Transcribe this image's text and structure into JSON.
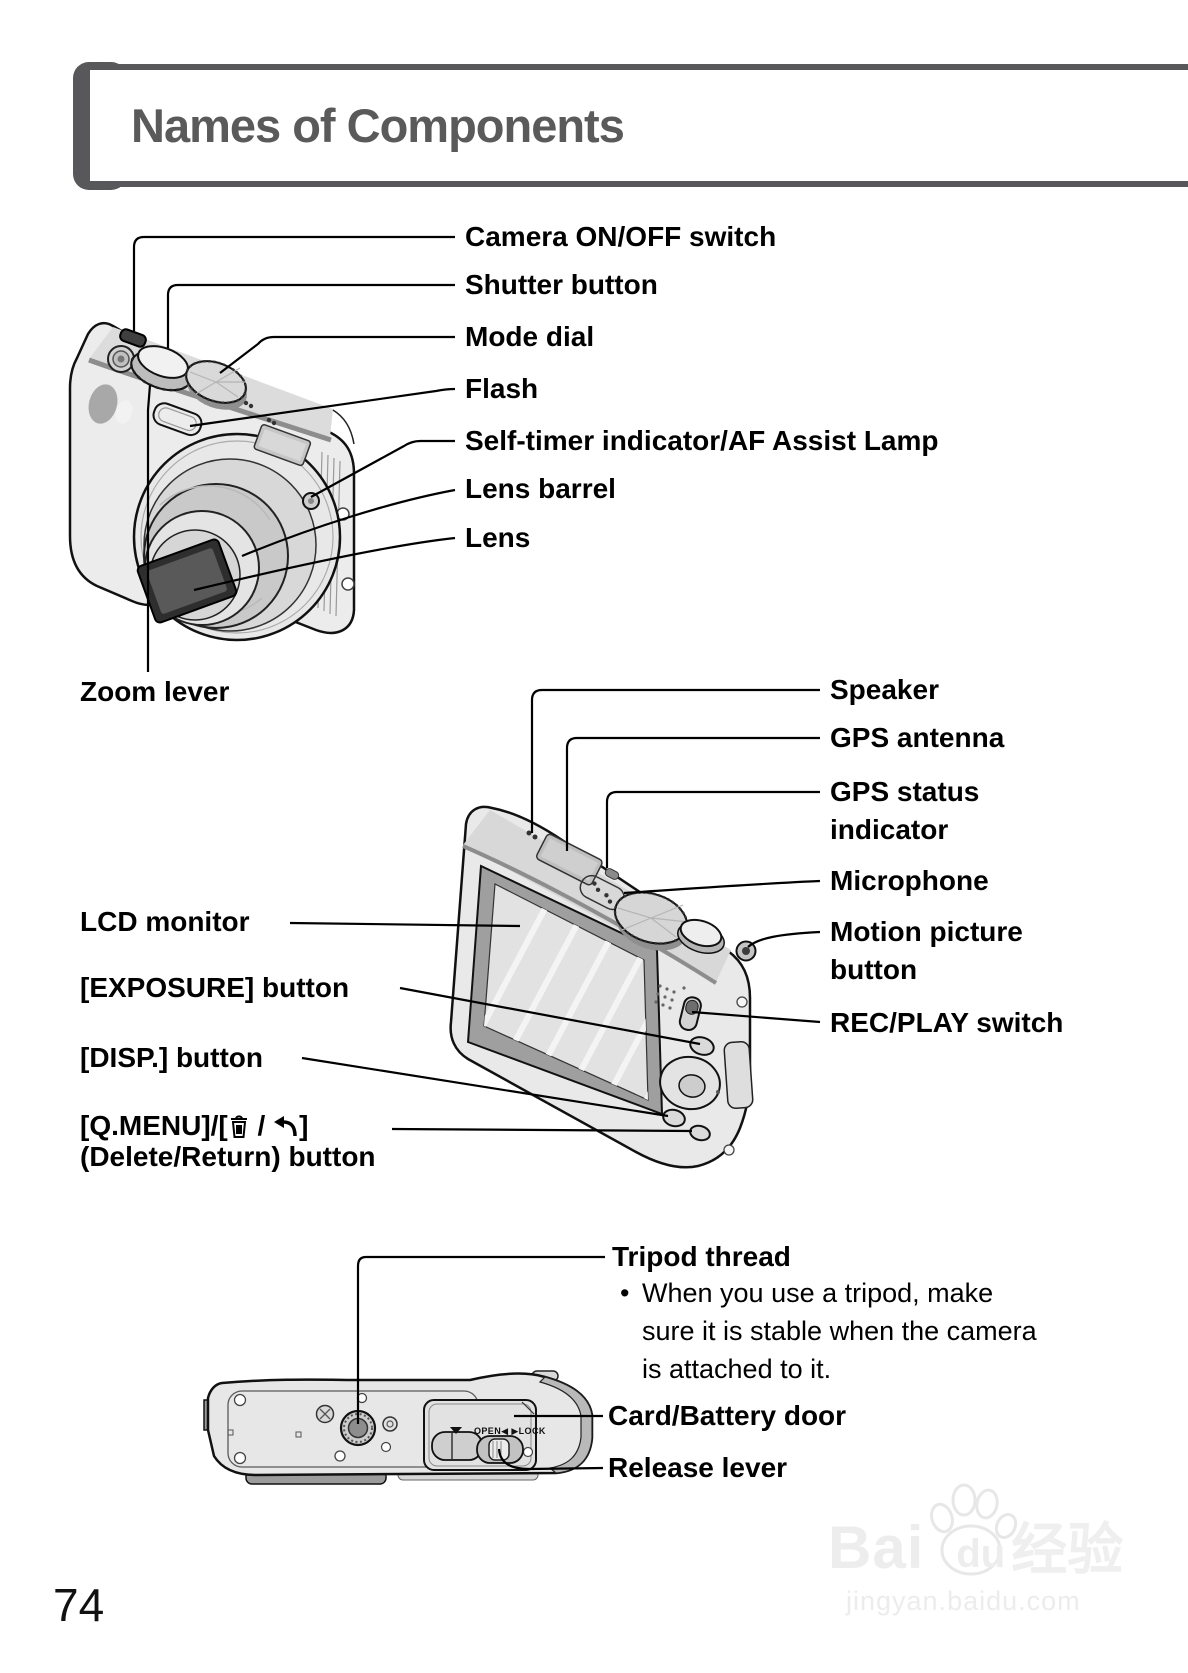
{
  "header": {
    "title": "Names of Components"
  },
  "page": {
    "number": "74"
  },
  "colors": {
    "accent_gray": "#58585a",
    "ink": "#000000",
    "body_fill": "#e9e9e9"
  },
  "figure_front": {
    "labels": {
      "on_off": "Camera ON/OFF switch",
      "shutter": "Shutter button",
      "mode_dial": "Mode dial",
      "flash": "Flash",
      "self_timer": "Self-timer indicator/AF Assist Lamp",
      "lens_barrel": "Lens barrel",
      "lens": "Lens",
      "zoom_lever": "Zoom lever"
    }
  },
  "figure_back": {
    "labels": {
      "speaker": "Speaker",
      "gps_antenna": "GPS antenna",
      "gps_status": "GPS status indicator",
      "microphone": "Microphone",
      "motion_picture": "Motion picture button",
      "rec_play": "REC/PLAY switch",
      "lcd": "LCD monitor",
      "exposure": "[EXPOSURE] button",
      "disp": "[DISP.] button",
      "qmenu_prefix": "[Q.MENU]/[",
      "qmenu_sep": " / ",
      "qmenu_suffix": "]",
      "qmenu_line2": "(Delete/Return) button"
    }
  },
  "figure_bottom": {
    "labels": {
      "tripod": "Tripod thread",
      "note_lines": [
        "When you use a tripod, make",
        "sure it is stable when the camera",
        "is attached to it."
      ],
      "note_bullet": "•",
      "card_door": "Card/Battery door",
      "release": "Release lever",
      "door_text": "OPEN◀ ▶LOCK"
    }
  },
  "watermark": {
    "brand_left": "Bai",
    "brand_right": "du",
    "brand_cn": "经验",
    "site": "jingyan.baidu.com"
  }
}
